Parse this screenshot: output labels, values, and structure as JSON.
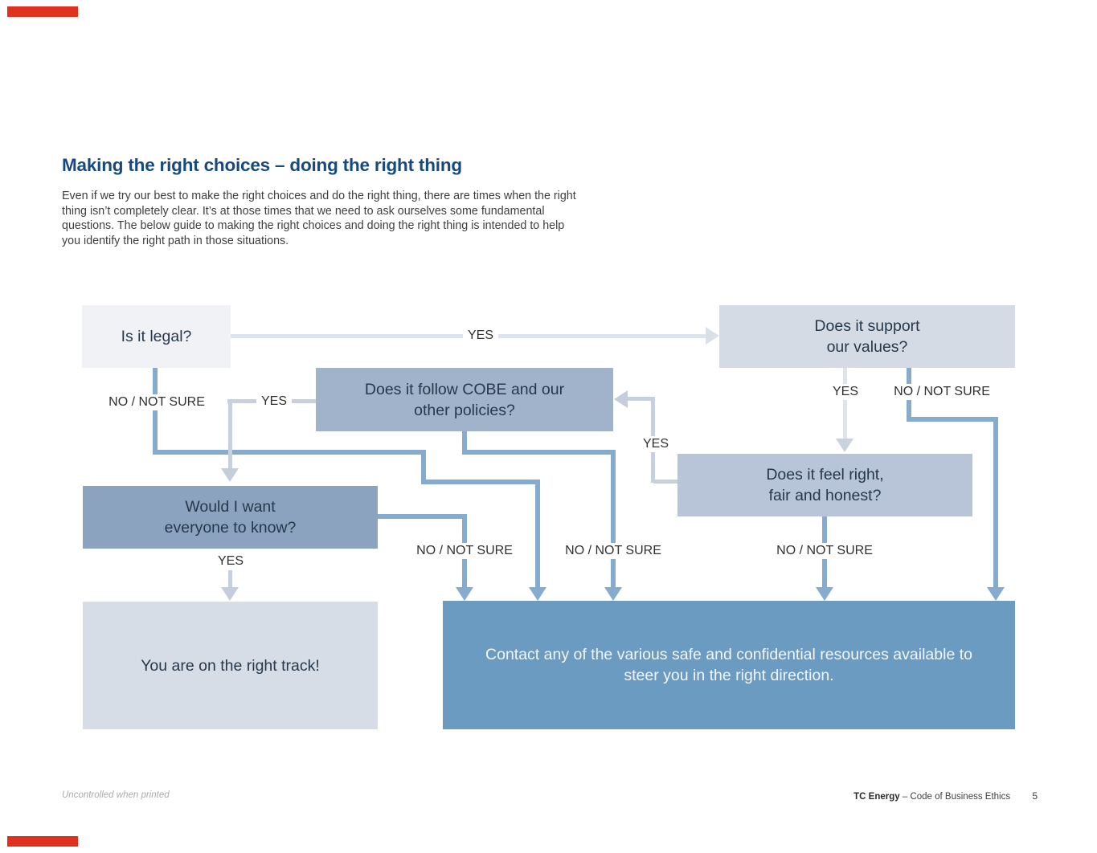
{
  "colors": {
    "brand_red": "#E0301E",
    "title_blue": "#17497E",
    "box_legal_fill": "#F0F2F5",
    "box_values_fill": "#D4DBE5",
    "box_cobe_fill": "#A1B3CB",
    "box_feel_fill": "#B8C5D8",
    "box_know_fill": "#8CA3BF",
    "box_track_fill": "#D7DDE6",
    "box_contact_fill": "#6C9BC2",
    "line_blue": "#85ABCE",
    "line_gray": "#C7D1DE",
    "line_light": "#DEE4EC"
  },
  "heading": {
    "title": "Making the right choices – doing the right thing",
    "intro": "Even if we try our best to make the right choices and do the right thing, there are times when the right thing isn’t completely clear. It’s at those times that we need to ask ourselves some fundamental questions. The below guide to making the right choices and doing the right thing is intended to help you identify the right path in those situations."
  },
  "flowchart": {
    "labels": {
      "yes": "YES",
      "no_not_sure": "NO / NOT SURE"
    },
    "boxes": {
      "legal": {
        "text": "Is it legal?"
      },
      "values": {
        "line1": "Does it support",
        "line2": "our values?"
      },
      "cobe": {
        "line1": "Does it follow COBE and our",
        "line2": "other policies?"
      },
      "feel": {
        "line1": "Does it feel right,",
        "line2": "fair and honest?"
      },
      "know": {
        "line1": "Would I want",
        "line2": "everyone to know?"
      },
      "track": {
        "text": "You are on the right track!"
      },
      "contact": {
        "line1": "Contact any of the various safe and confidential resources available to",
        "line2": "steer you in the right direction."
      }
    }
  },
  "footer": {
    "disclaimer": "Uncontrolled when printed",
    "brand": "TC Energy",
    "document": "– Code of Business Ethics",
    "page": "5"
  }
}
